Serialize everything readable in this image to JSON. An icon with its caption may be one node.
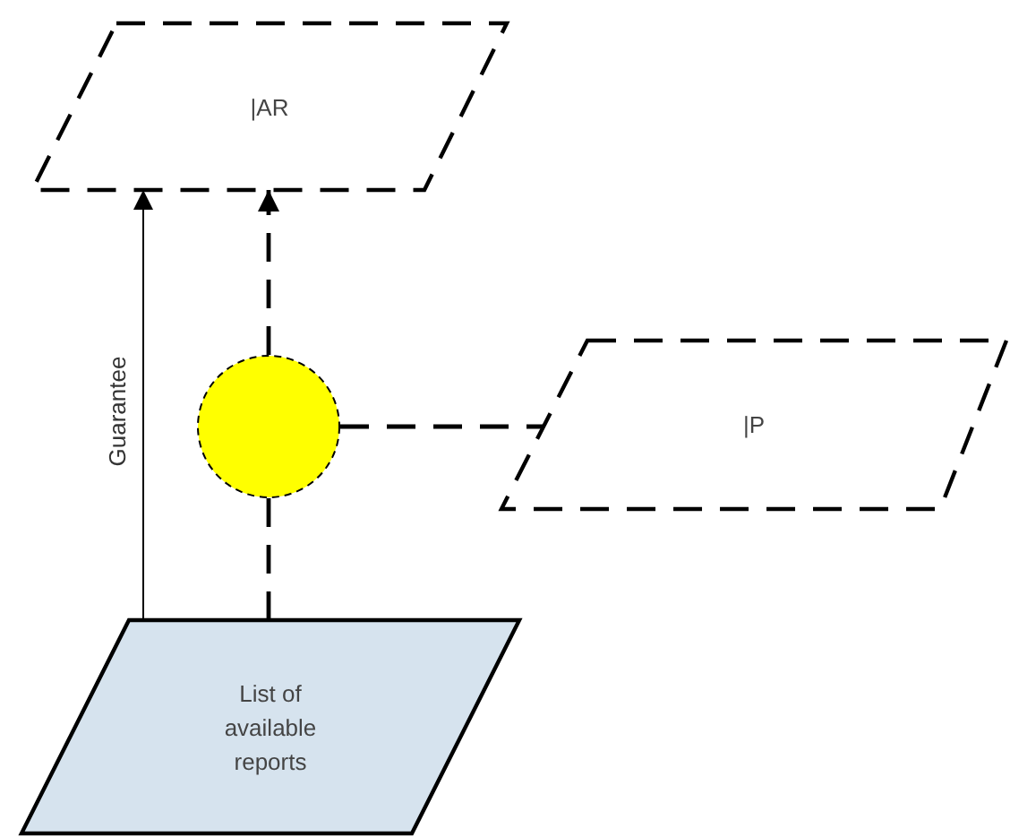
{
  "diagram": {
    "nodes": [
      {
        "text": [
          "|AR"
        ]
      },
      {
        "text": [
          "|P"
        ]
      },
      {
        "text": [],
        "shape": "circle"
      },
      {
        "text": [
          "List of available reports"
        ]
      }
    ],
    "edges": [
      {
        "from": 3,
        "to": 0,
        "arrow": "to",
        "label": "Guarantee"
      },
      {
        "from": 3,
        "to": 2,
        "arrow": "none",
        "style": "dashed"
      },
      {
        "from": 2,
        "to": 0,
        "arrow": "to",
        "style": "dashed"
      },
      {
        "from": 2,
        "to": 1,
        "arrow": "none",
        "style": "dashed"
      }
    ]
  }
}
